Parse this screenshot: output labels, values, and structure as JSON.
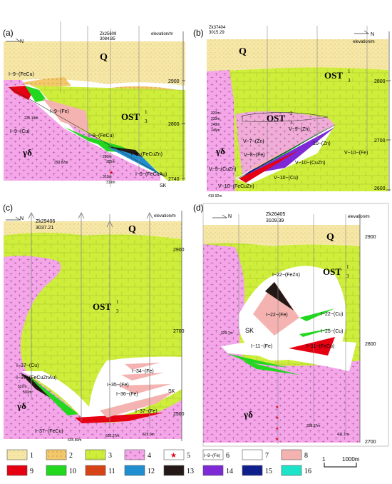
{
  "panels": {
    "a": {
      "tag": "(a)",
      "north": "N",
      "well": "Zk25609",
      "well_elev": "3084.85",
      "elevation_label": "elevation/m",
      "ticks": [
        "2900",
        "2800",
        "2740"
      ],
      "unit_q": "Q",
      "unit_ost": "OST",
      "unit_ost_sup": "1",
      "unit_ost_sub": "3",
      "unit_gd": "γδ",
      "bodies": [
        "I−9−(FeCu)",
        "I−9−(Fe)",
        "I−9−(Cu)",
        "I−9−(FeCu)",
        "I−9−(FeCuZn)",
        "I−9−(FeCuAu)"
      ],
      "sk": "SK",
      "depths": [
        "225.19m",
        "293.82m",
        "280m",
        "285m",
        "313m",
        "319m"
      ]
    },
    "b": {
      "tag": "(b)",
      "north": "N",
      "well": "Zk37404",
      "well_elev": "3015.29",
      "elevation_label": "elevation/m",
      "ticks": [
        "2800",
        "2700",
        "2600"
      ],
      "unit_q": "Q",
      "unit_ost": "OST",
      "unit_ost_sup": "1",
      "unit_ost_sub": "3",
      "unit_ost2": "OST",
      "unit_ost2_sup": "2",
      "unit_ost2_sub": "3",
      "unit_gd": "γδ",
      "bodies": [
        "V−7−(Zn)",
        "V−9−(Zn)",
        "V−8−(Fe)",
        "10−(Zn)",
        "V−10−(Fe)",
        "V−10−(CuZn)",
        "V−9−(CuZn)",
        "V−10−(Cu)",
        "V−10−(FeCuZn)"
      ],
      "depths": [
        "220m",
        "230m",
        "240m",
        "245m",
        "410.92m"
      ]
    },
    "c": {
      "tag": "(c)",
      "north": "N",
      "well": "Zk29406",
      "well_elev": "3037.21",
      "elevation_label": "elevation/m",
      "ticks": [
        "2900",
        "2700",
        "2500"
      ],
      "unit_q": "Q",
      "unit_ost": "OST",
      "unit_ost_sup": "1",
      "unit_ost_sub": "3",
      "unit_gd": "γδ",
      "bodies": [
        "I−34−(Fe)",
        "I−37−(Cu)",
        "I−37−(FeCuZnAu)",
        "I−35−(Fe)",
        "I−36−(Fe)",
        "I−37−(Fe)",
        "I−37−(FeCu)"
      ],
      "sk": "SK",
      "depths": [
        "522m",
        "530m",
        "620.27m",
        "635.80m",
        "619.0m"
      ]
    },
    "d": {
      "tag": "(d)",
      "north": "N",
      "well": "Zk26405",
      "well_elev": "3109.39",
      "elevation_label": "elevation/m",
      "ticks": [
        "2900",
        "2800",
        "2700"
      ],
      "unit_q": "Q",
      "unit_ost": "OST",
      "unit_ost_sup": "1",
      "unit_ost_sub": "3",
      "unit_gd": "γδ",
      "bodies": [
        "I−22−(FeZn)",
        "I−22−(Fe)",
        "I−22−(Cu)",
        "I−25−(Cu)",
        "I−11−(Fe)",
        "I−11−(FeCu)"
      ],
      "sk": "SK",
      "depths": [
        "329.7m",
        "338.37m",
        "411.1m"
      ]
    }
  },
  "legend": {
    "items": [
      {
        "num": "1",
        "color": "#f6e7a6"
      },
      {
        "num": "2",
        "color": "#f3c86a"
      },
      {
        "num": "3",
        "color": "#cfee3b"
      },
      {
        "num": "4",
        "color": "#f3a6e8"
      },
      {
        "num": "5",
        "color": "#ffffff"
      },
      {
        "num": "6",
        "color": "#ffffff"
      },
      {
        "num": "7",
        "color": "#ffffff"
      },
      {
        "num": "8",
        "color": "#f4b3b0"
      },
      {
        "num": "9",
        "color": "#e50012"
      },
      {
        "num": "10",
        "color": "#22d81f"
      },
      {
        "num": "11",
        "color": "#d64316"
      },
      {
        "num": "12",
        "color": "#1e8ed0"
      },
      {
        "num": "13",
        "color": "#231815"
      },
      {
        "num": "14",
        "color": "#7d2ad6"
      },
      {
        "num": "15",
        "color": "#0f1f8c"
      },
      {
        "num": "16",
        "color": "#1de3c8"
      }
    ],
    "item6_text": "I−9−(Fe)",
    "star": "★",
    "scale_text": "1000m",
    "scale_start": "1"
  }
}
